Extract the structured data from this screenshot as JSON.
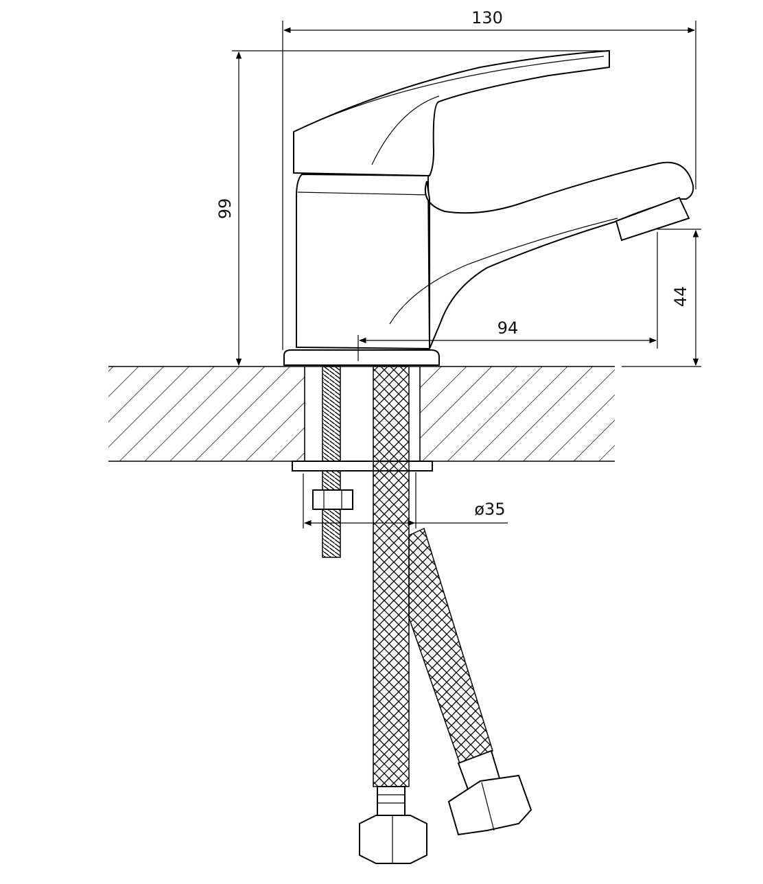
{
  "drawing": {
    "subject": "single-lever basin faucet",
    "dimensions": {
      "overall_width": "130",
      "overall_height": "99",
      "spout_height": "44",
      "spout_reach": "94",
      "base_diameter": "ø35"
    }
  },
  "colors": {
    "line": "#000000",
    "background": "#ffffff"
  }
}
